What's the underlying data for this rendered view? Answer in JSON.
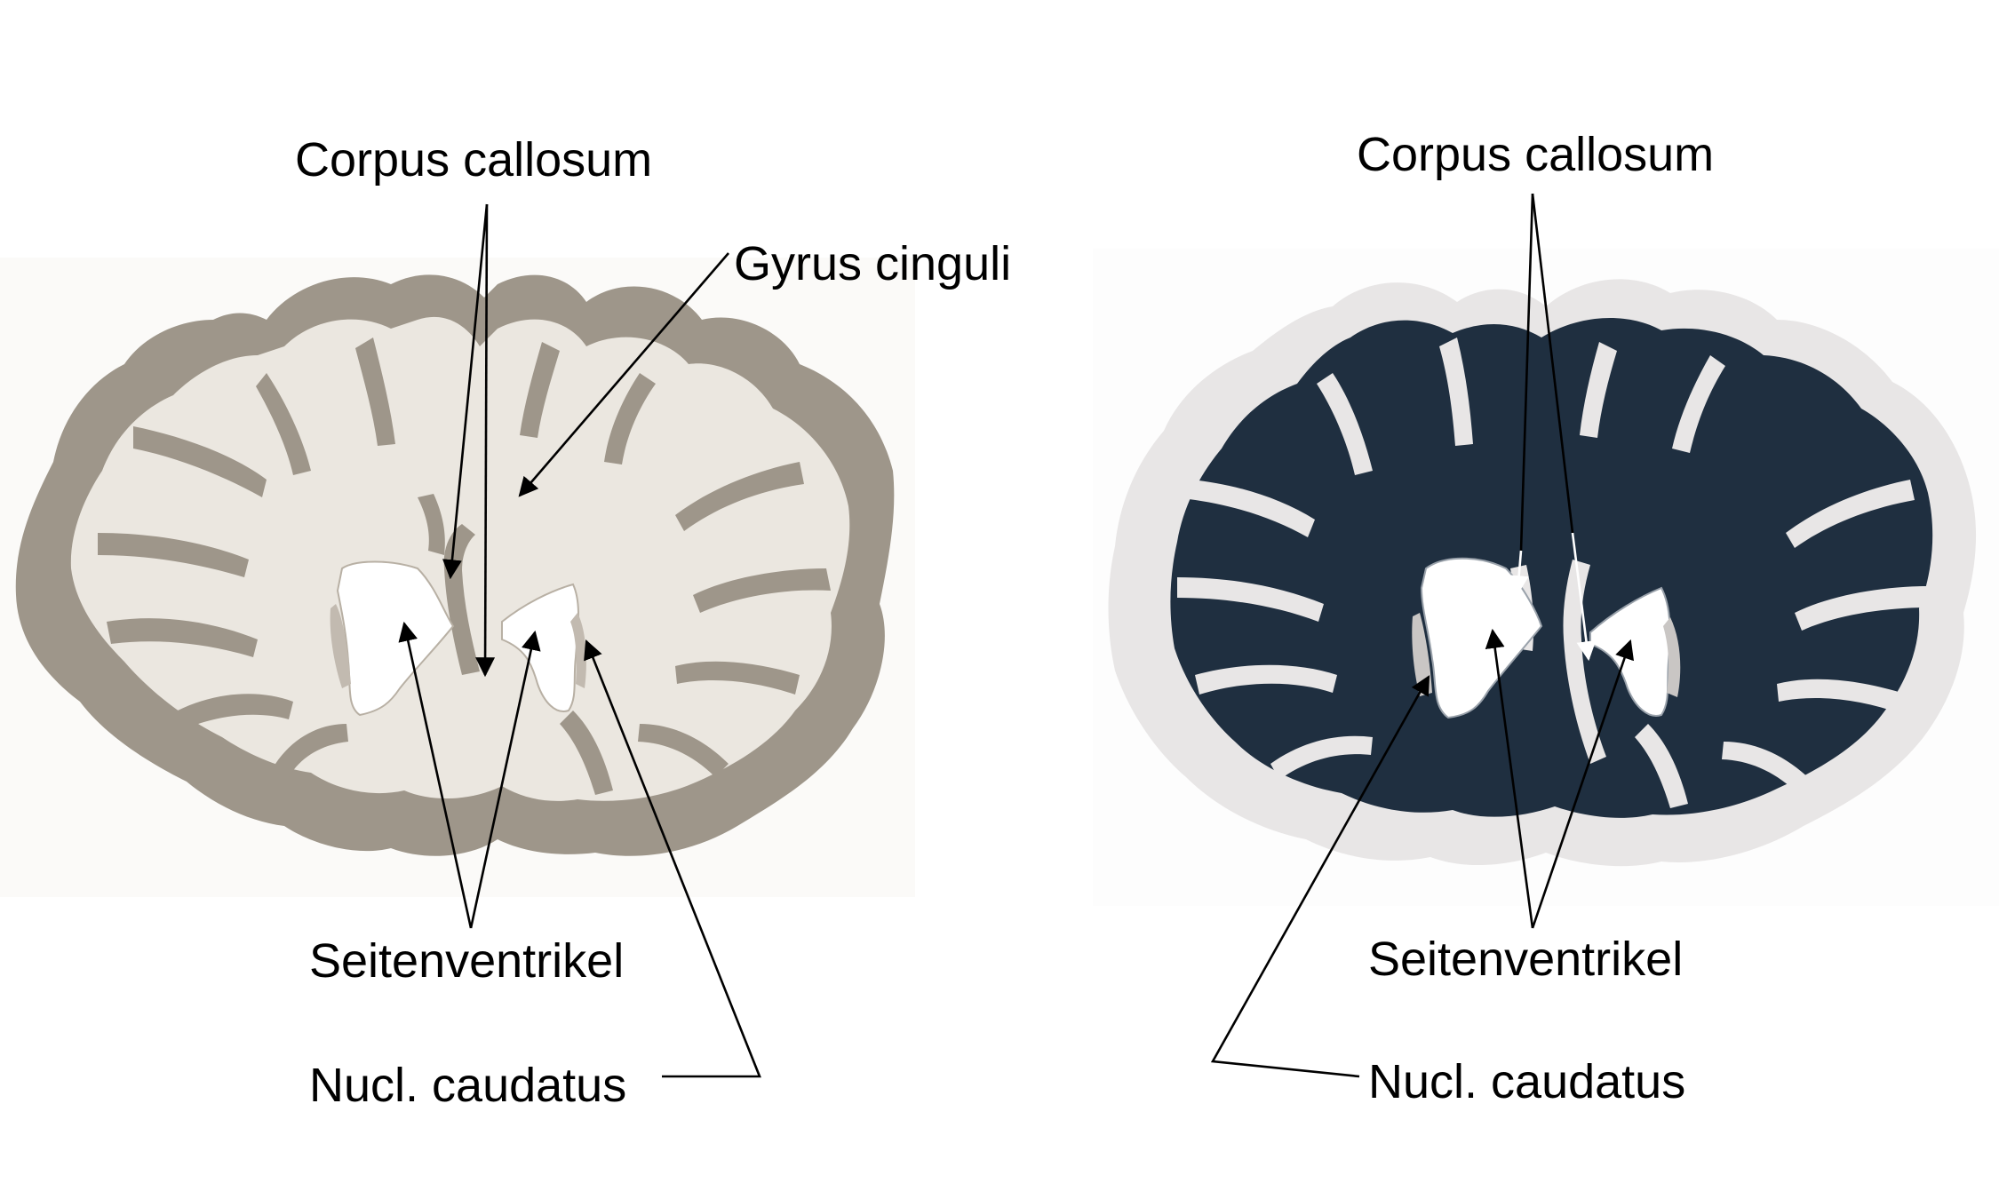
{
  "left_panel": {
    "labels": {
      "corpus_callosum": "Corpus callosum",
      "gyrus_cinguli": "Gyrus cinguli",
      "seitenventrikel": "Seitenventrikel",
      "nucl_caudatus": "Nucl. caudatus"
    },
    "stain_colors": {
      "gray_matter": "#9e968a",
      "white_matter": "#ebe7e0"
    }
  },
  "right_panel": {
    "labels": {
      "corpus_callosum": "Corpus callosum",
      "seitenventrikel": "Seitenventrikel",
      "nucl_caudatus": "Nucl. caudatus"
    },
    "stain_colors": {
      "gray_matter": "#e8e6e6",
      "white_matter": "#1f2f40"
    }
  }
}
